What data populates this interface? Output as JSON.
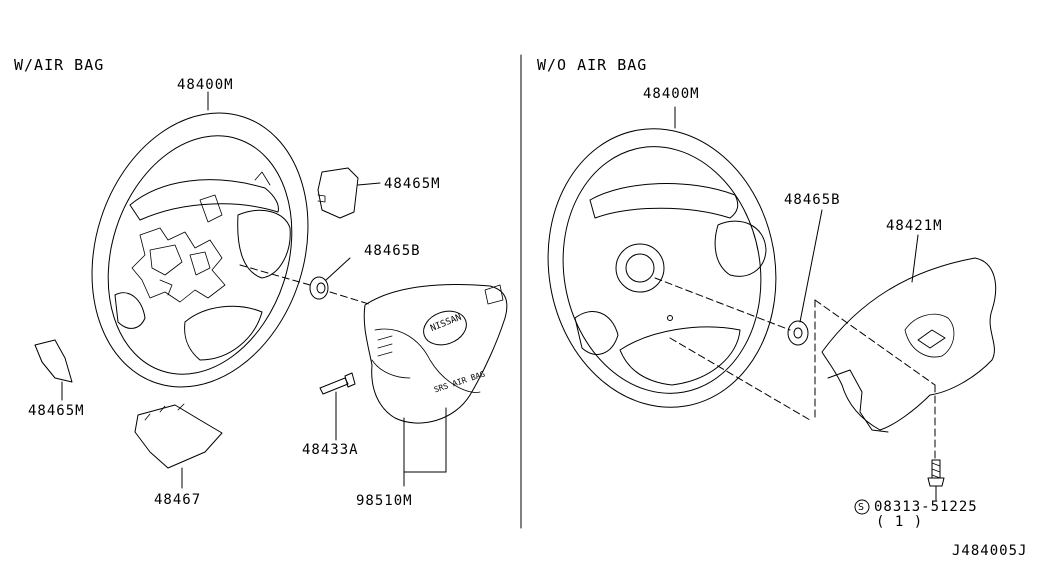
{
  "sections": {
    "with_airbag": "W/AIR BAG",
    "without_airbag": "W/O AIR BAG"
  },
  "left_parts": {
    "wheel": "48400M",
    "cover_upper": "48465M",
    "nut": "48465B",
    "cover_lower": "48465M",
    "finisher": "48467",
    "bolt": "48433A",
    "module": "98510M",
    "badge": "NISSAN",
    "airbag_text": "SRS AIR BAG"
  },
  "right_parts": {
    "wheel": "48400M",
    "nut": "48465B",
    "pad": "48421M",
    "screw": "08313-51225",
    "screw_qty": "( 1 )",
    "screw_prefix": "S"
  },
  "diagram_id": "J484005J"
}
